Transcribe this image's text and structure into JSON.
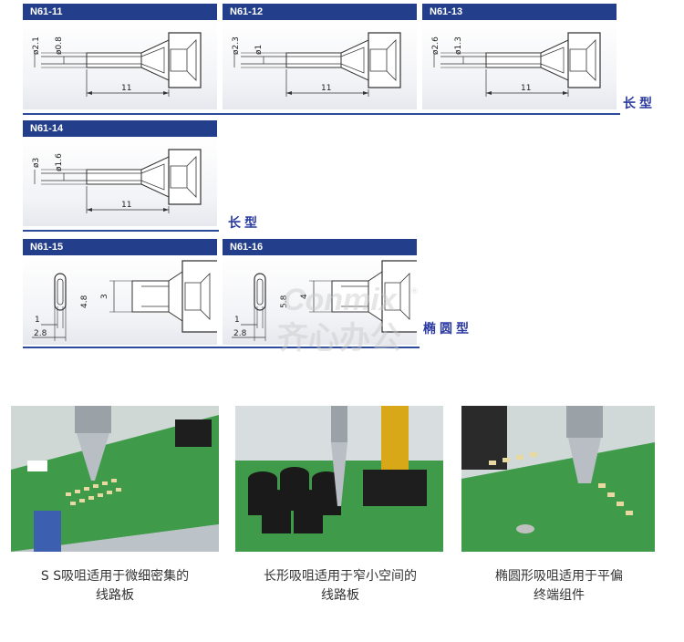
{
  "nozzles": [
    {
      "code": "N61-11",
      "outer_dia": "ø2.1",
      "inner_dia": "ø0.8",
      "length": "11"
    },
    {
      "code": "N61-12",
      "outer_dia": "ø2.3",
      "inner_dia": "ø1",
      "length": "11"
    },
    {
      "code": "N61-13",
      "outer_dia": "ø2.6",
      "inner_dia": "ø1.3",
      "length": "11"
    },
    {
      "code": "N61-14",
      "outer_dia": "ø3",
      "inner_dia": "ø1.6",
      "length": "11"
    },
    {
      "code": "N61-15",
      "width": "1",
      "total": "2.8",
      "tip_height": "4.8",
      "slot_height": "3"
    },
    {
      "code": "N61-16",
      "width": "1",
      "total": "2.8",
      "tip_height": "5.8",
      "slot_height": "4"
    }
  ],
  "type_labels": {
    "long_1": "长型",
    "long_2": "长型",
    "oval": "椭圆型"
  },
  "watermark": {
    "brand": "Conmix",
    "chinese": "齐心办公",
    "mark": "®"
  },
  "captions": [
    {
      "line1": "S S吸咀适用于微细密集的",
      "line2": "线路板"
    },
    {
      "line1": "长形吸咀适用于窄小空间的",
      "line2": "线路板"
    },
    {
      "line1": "椭圆形吸咀适用于平偏",
      "line2": "终端组件"
    }
  ],
  "colors": {
    "header": "#233e8b",
    "board": "#3f9a4a",
    "label": "#2b3aa0"
  }
}
